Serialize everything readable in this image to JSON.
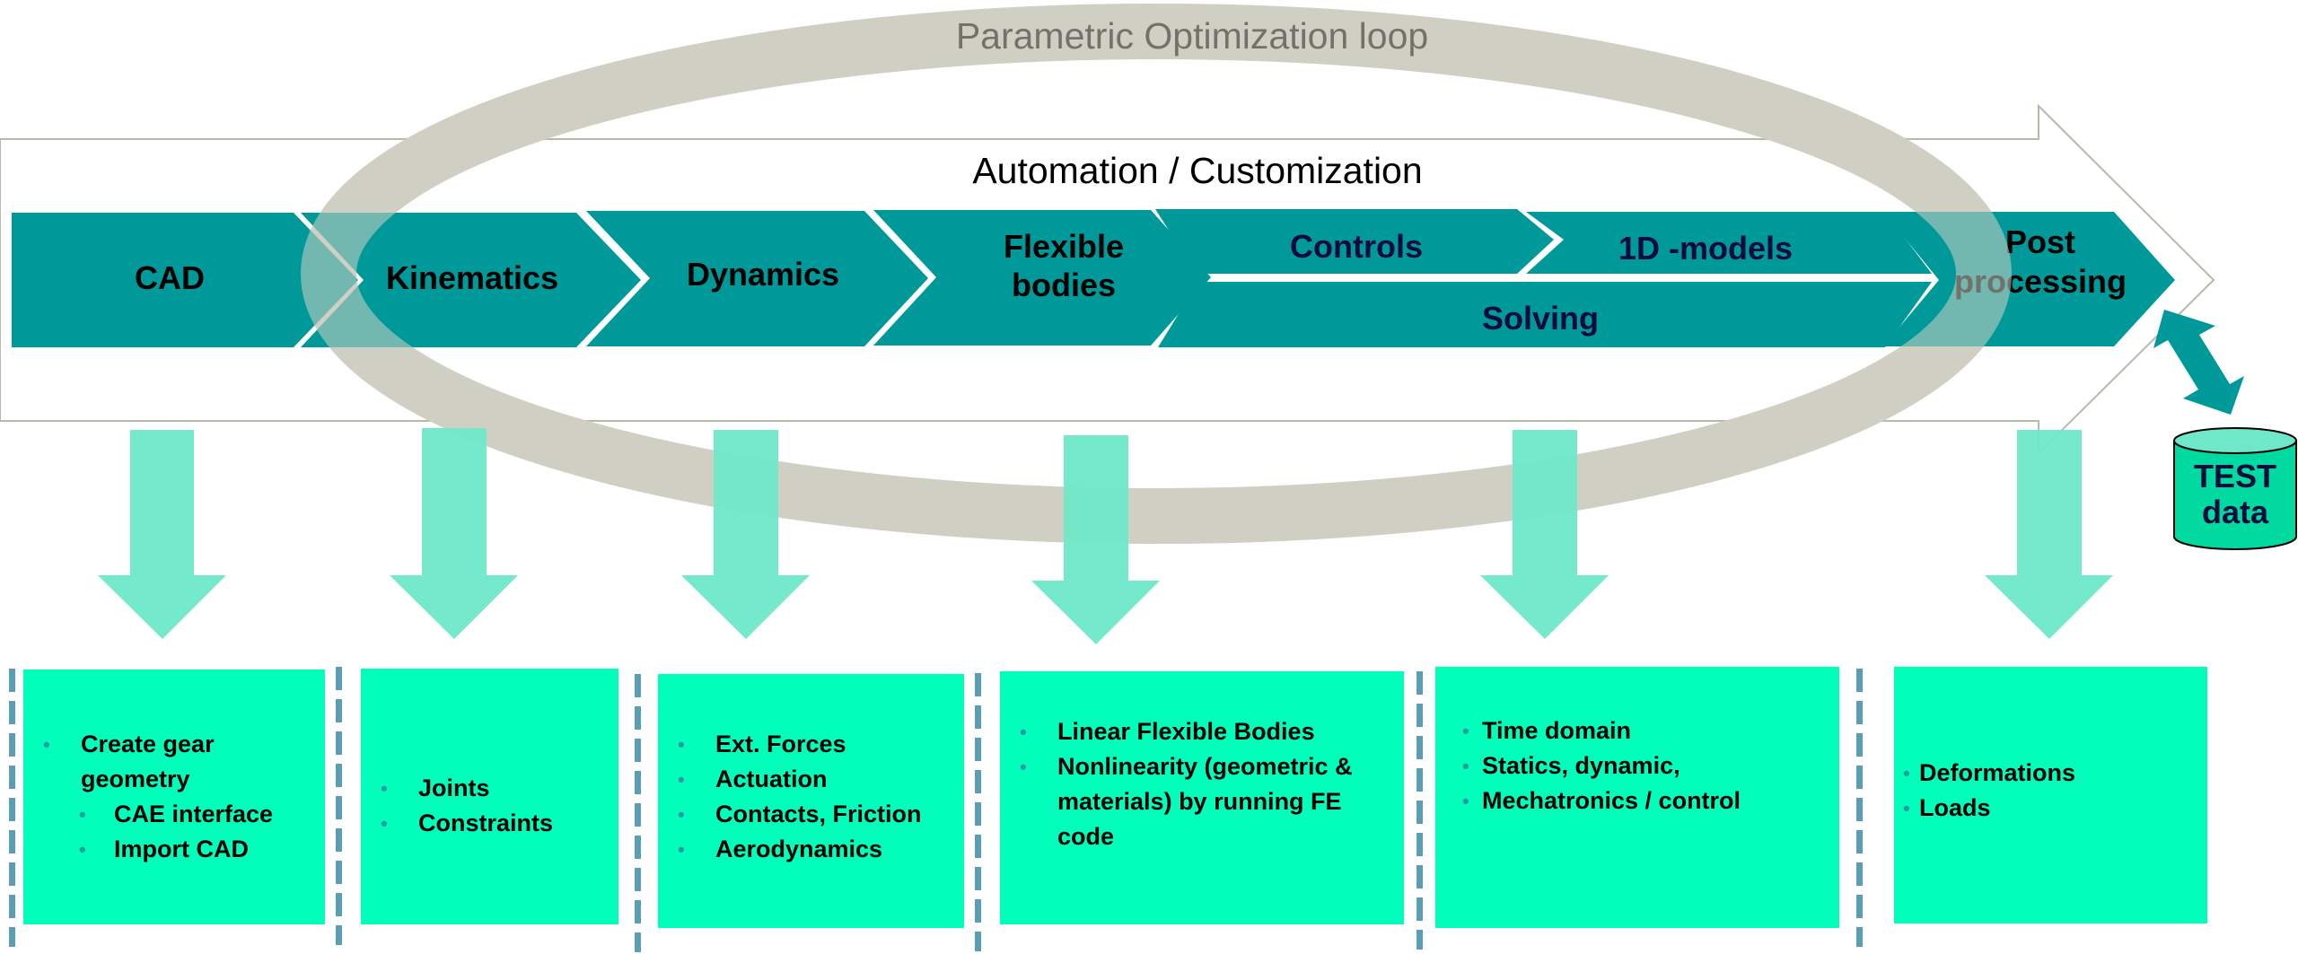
{
  "diagram": {
    "loop_label": "Parametric Optimization loop",
    "automation_label": "Automation / Customization",
    "stages": [
      {
        "id": "cad",
        "label_lines": [
          "CAD"
        ]
      },
      {
        "id": "kinematics",
        "label_lines": [
          "Kinematics"
        ]
      },
      {
        "id": "dynamics",
        "label_lines": [
          "Dynamics"
        ]
      },
      {
        "id": "flexible-bodies",
        "label_lines": [
          "Flexible",
          "bodies"
        ]
      },
      {
        "id": "controls",
        "label_lines": [
          "Controls"
        ]
      },
      {
        "id": "1d-models",
        "label_lines": [
          "1D -models"
        ]
      },
      {
        "id": "solving",
        "label_lines": [
          "Solving"
        ]
      },
      {
        "id": "post-processing",
        "label_lines": [
          "Post",
          "processing"
        ]
      }
    ],
    "test_data": {
      "line1": "TEST",
      "line2": "data"
    },
    "detail_boxes": [
      {
        "id": "cad",
        "items": [
          {
            "text": "Create gear geometry",
            "level": 1
          },
          {
            "text": "CAE interface",
            "level": 2
          },
          {
            "text": "Import CAD",
            "level": 2
          }
        ]
      },
      {
        "id": "kinematics",
        "items": [
          {
            "text": "Joints",
            "level": 1
          },
          {
            "text": "Constraints",
            "level": 1
          }
        ]
      },
      {
        "id": "dynamics",
        "items": [
          {
            "text": "Ext. Forces",
            "level": 1
          },
          {
            "text": "Actuation",
            "level": 1
          },
          {
            "text": "Contacts, Friction",
            "level": 1
          },
          {
            "text": "Aerodynamics",
            "level": 1
          }
        ]
      },
      {
        "id": "flexible-bodies",
        "items": [
          {
            "text": "Linear Flexible Bodies",
            "level": 1
          },
          {
            "text": "Nonlinearity (geometric & materials) by running FE code",
            "level": 1
          }
        ]
      },
      {
        "id": "solving",
        "items": [
          {
            "text": "Time domain",
            "level": 1
          },
          {
            "text": "Statics, dynamic,",
            "level": 1
          },
          {
            "text": "Mechatronics / control",
            "level": 1
          }
        ]
      },
      {
        "id": "post-processing",
        "items": [
          {
            "text": "Deformations",
            "level": 1
          },
          {
            "text": "Loads",
            "level": 1
          }
        ]
      }
    ],
    "colors": {
      "chevron": "#009999",
      "detail_box": "#00ffbb",
      "down_arrow": "#6ee8c8",
      "loop": "#cfcfc3",
      "separator": "#5a9eb5",
      "cylinder_body": "#00d9a0",
      "cylinder_top": "#6ee8c8"
    }
  }
}
